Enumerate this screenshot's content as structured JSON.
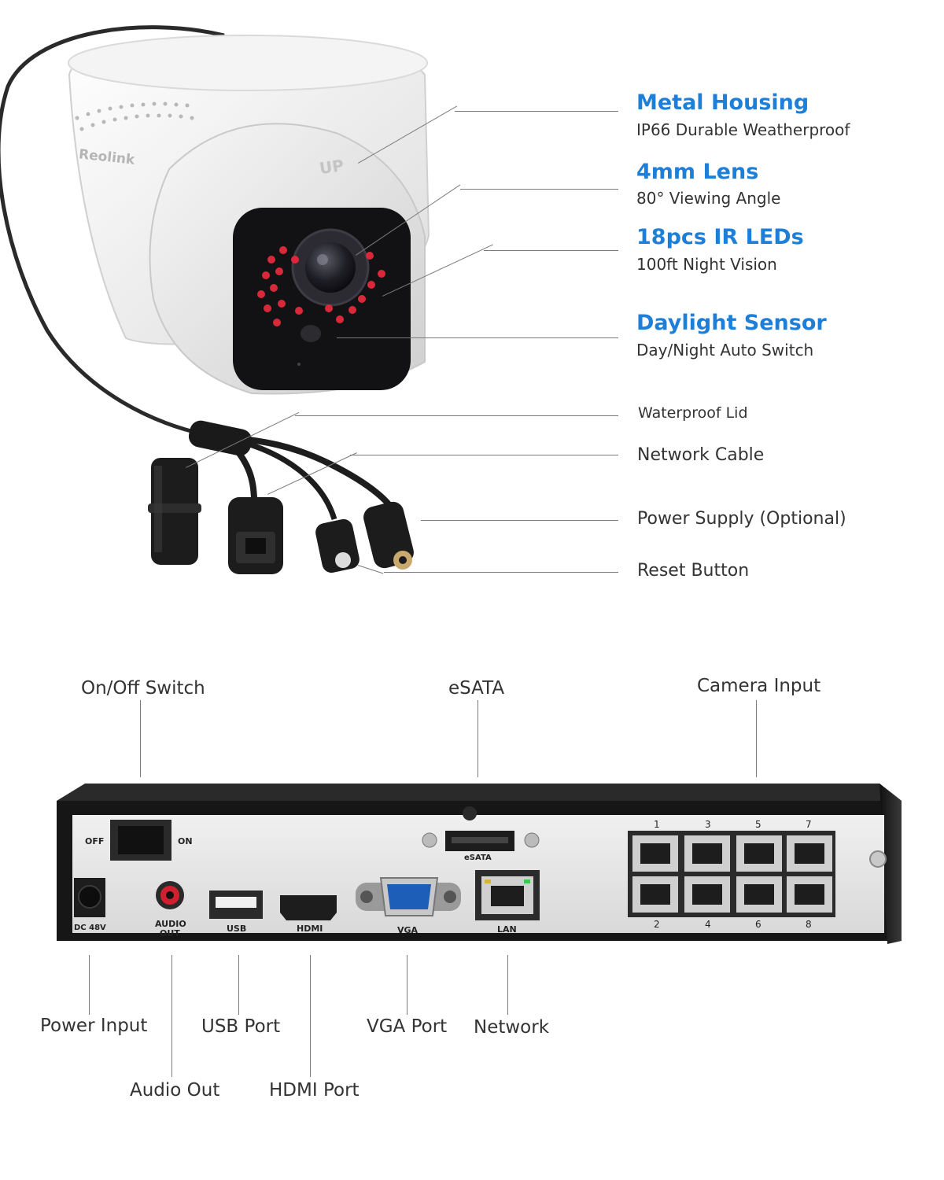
{
  "camera": {
    "brand": "Reolink",
    "up_mark": "UP",
    "features": [
      {
        "title": "Metal Housing",
        "subtitle": "IP66 Durable Weatherproof"
      },
      {
        "title": "4mm Lens",
        "subtitle": "80° Viewing Angle"
      },
      {
        "title": "18pcs IR LEDs",
        "subtitle": "100ft Night Vision"
      },
      {
        "title": "Daylight Sensor",
        "subtitle": "Day/Night Auto Switch"
      }
    ],
    "cable_parts": [
      "Waterproof Lid",
      "Network Cable",
      "Power Supply (Optional)",
      "Reset Button"
    ]
  },
  "nvr": {
    "callouts_top": [
      "On/Off Switch",
      "eSATA",
      "Camera Input"
    ],
    "callouts_bottom": [
      "Power Input",
      "Audio Out",
      "USB Port",
      "HDMI Port",
      "VGA Port",
      "Network"
    ],
    "panel": {
      "off": "OFF",
      "on": "ON",
      "dc": "DC 48V",
      "audio_1": "AUDIO",
      "audio_2": "OUT",
      "usb": "USB",
      "hdmi": "HDMI",
      "vga": "VGA",
      "lan": "LAN",
      "esata": "eSATA",
      "ports_top": [
        "1",
        "3",
        "5",
        "7"
      ],
      "ports_bottom": [
        "2",
        "4",
        "6",
        "8"
      ]
    }
  },
  "colors": {
    "accent": "#1e7fd9",
    "ir_led": "#d8283a",
    "nvr_body": "#1a1a1a",
    "panel": "#e6e6e6"
  }
}
